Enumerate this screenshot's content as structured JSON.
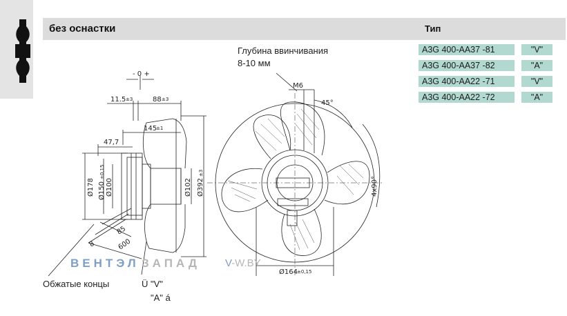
{
  "header": {
    "title": "без оснастки",
    "type_label": "Тип"
  },
  "types": [
    {
      "code": "A3G 400-AA37  -81",
      "variant": "\"V\""
    },
    {
      "code": "A3G 400-AA37  -82",
      "variant": "\"A\""
    },
    {
      "code": "A3G 400-AA22  -71",
      "variant": "\"V\""
    },
    {
      "code": "A3G 400-AA22  -72",
      "variant": "\"A\""
    }
  ],
  "annotations": {
    "depth_line1": "Глубина ввинчивания",
    "depth_line2": "8-10 мм",
    "crimped_ends": "Обжатые концы",
    "variant_v": "Ü \"V\"",
    "variant_a": "\"A\" á"
  },
  "dimensions": {
    "tol": "- 0 +",
    "d11_5": "11.5",
    "d88": "88",
    "d145": "145",
    "d47_7": "47,7",
    "d178": "Ø178",
    "d150": "Ø150",
    "d100": "Ø100",
    "d102": "Ø102",
    "d392": "Ø392",
    "m6": "M6",
    "a45": "45°",
    "a4x90": "4x90°",
    "d164": "Ø164",
    "d85": "85",
    "d8": "8",
    "d600": "600",
    "small_tol": "±1",
    "sup_pm3": "±3",
    "sup_150": "±0,15",
    "sup_164": "±0,15",
    "sup_392": "±3"
  },
  "brand": {
    "part1": "ВЕНТЭЛ",
    "part2": "ЗАПАД",
    "site_part1": "V",
    "site_part2": "-W.BY"
  }
}
